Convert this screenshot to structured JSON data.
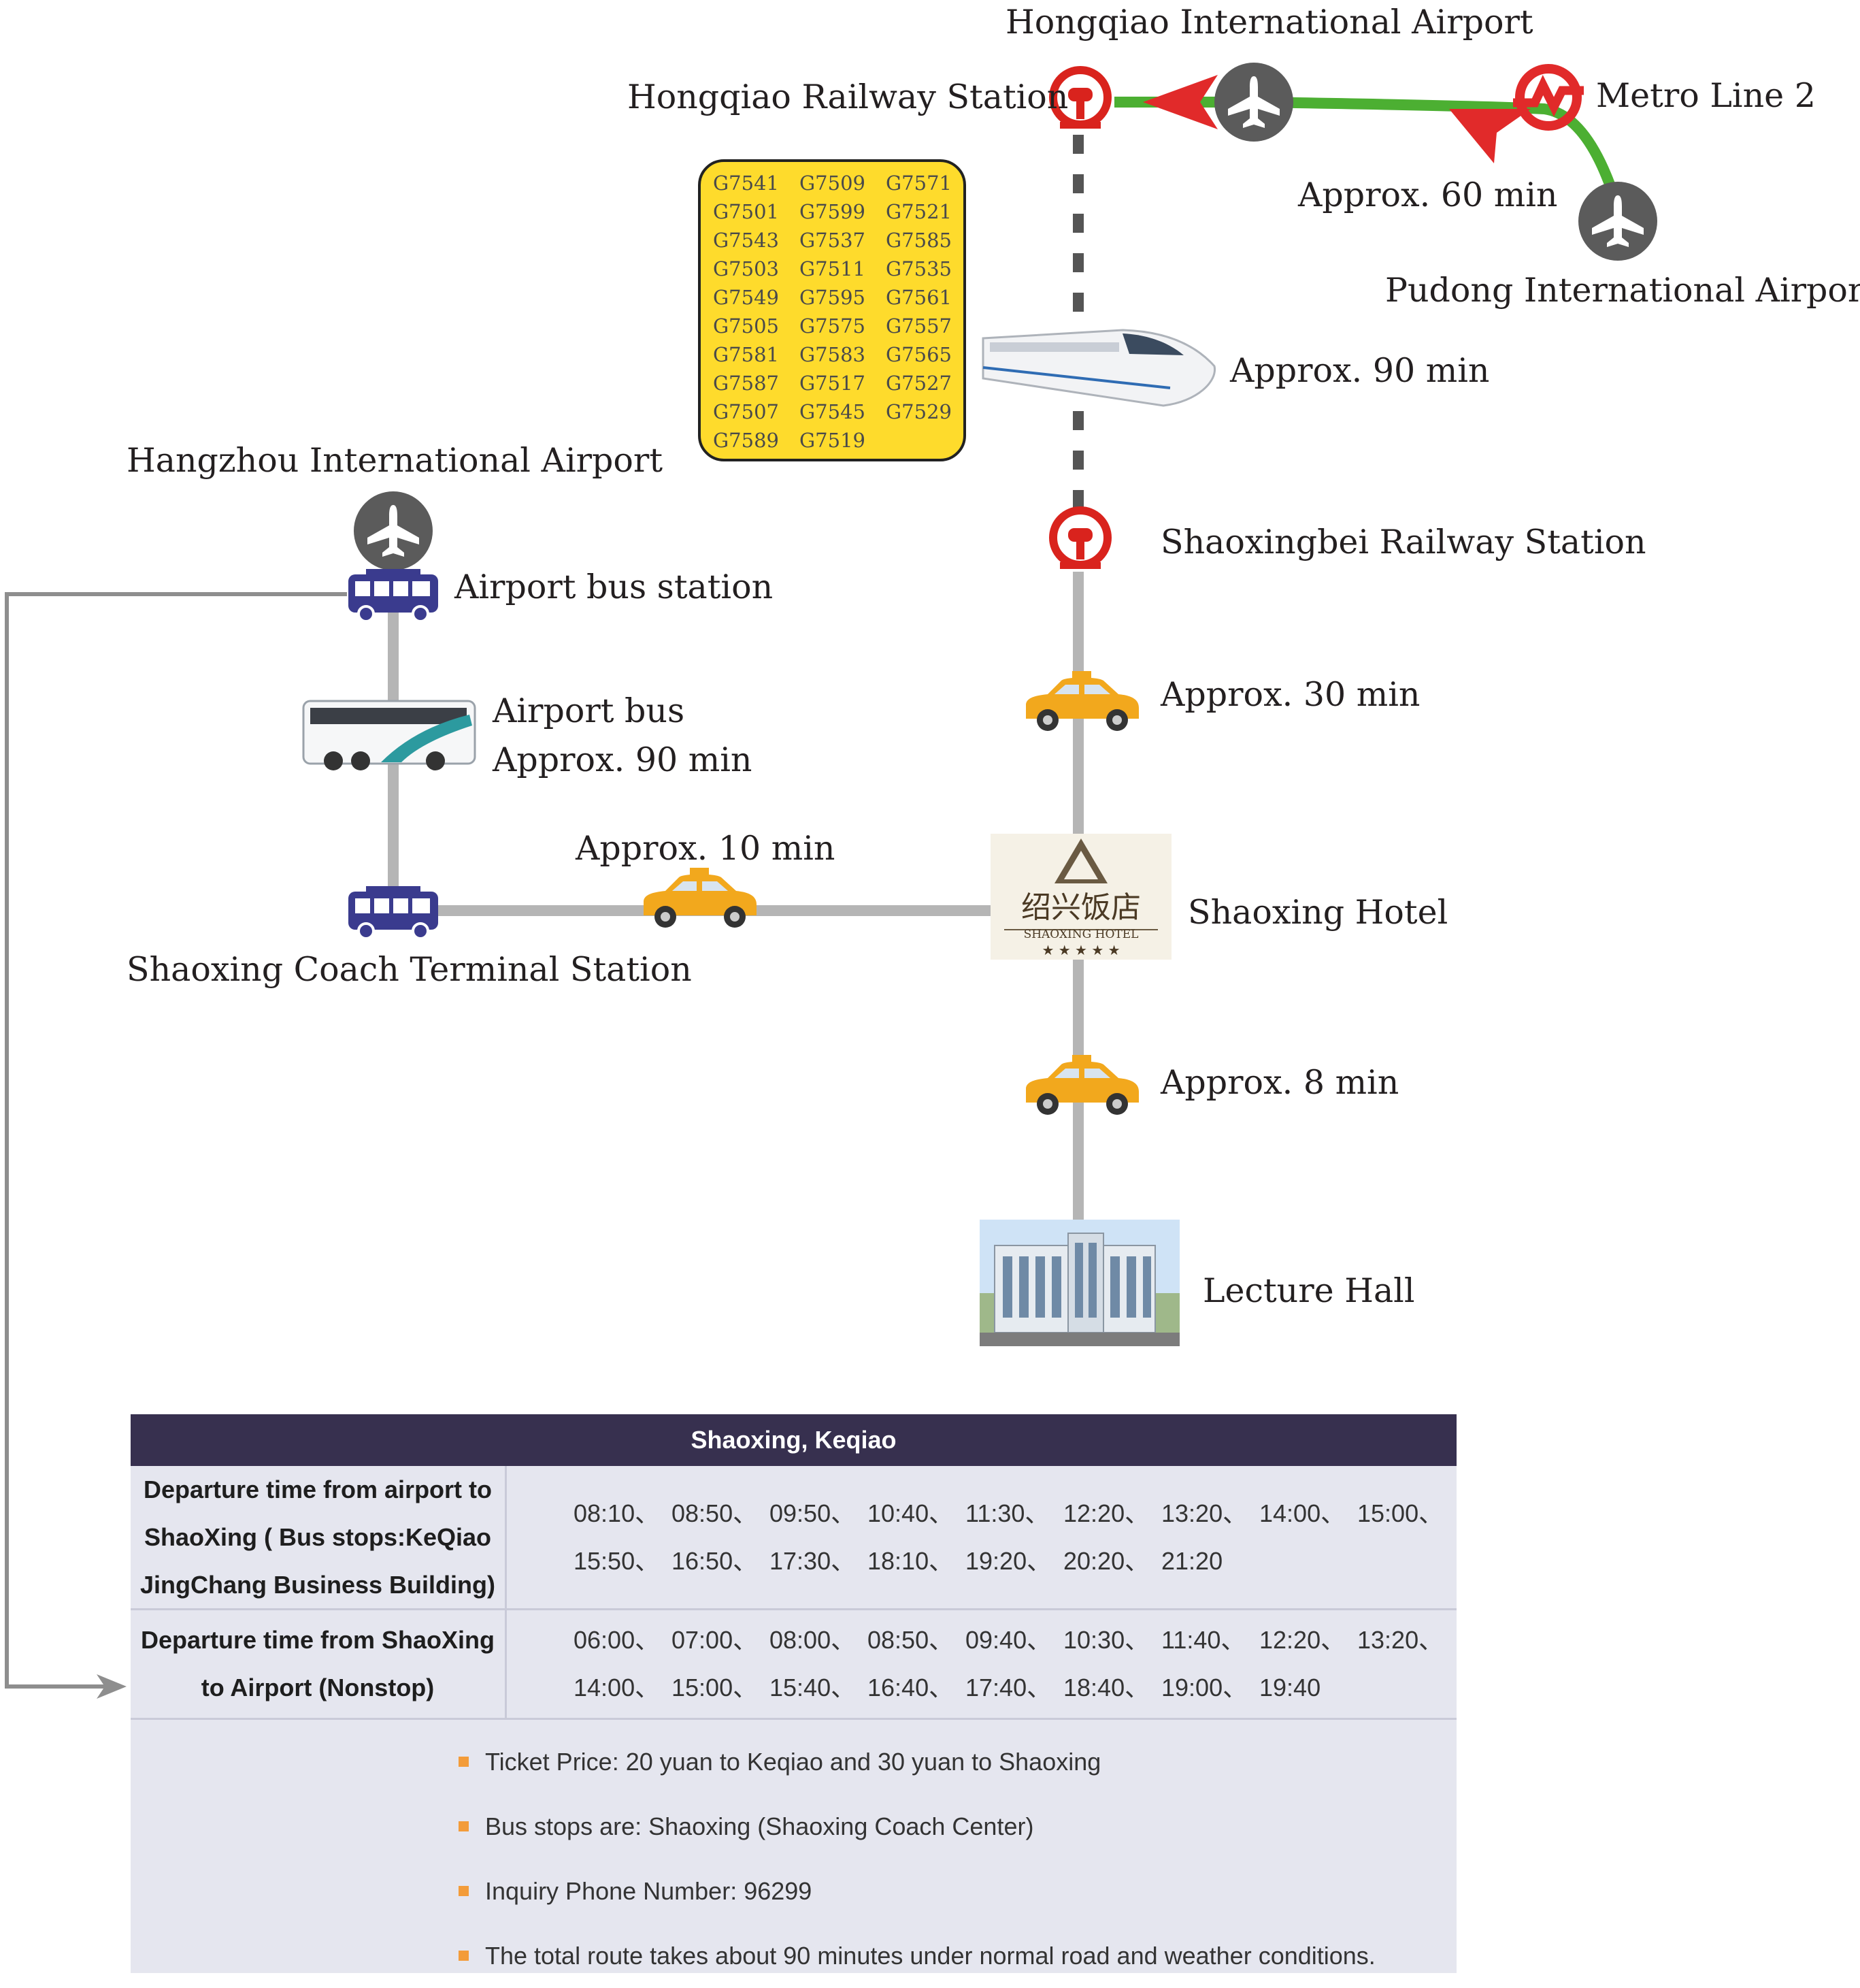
{
  "labels": {
    "hongqiao_airport": "Hongqiao International Airport",
    "hongqiao_railway": "Hongqiao Railway Station",
    "metro_line": "Metro Line 2",
    "metro_time": "Approx. 60 min",
    "pudong_airport": "Pudong International Airport",
    "train_time": "Approx. 90 min",
    "shaoxingbei": "Shaoxingbei Railway Station",
    "taxi_time_1": "Approx. 30 min",
    "shaoxing_hotel": "Shaoxing Hotel",
    "taxi_time_2": "Approx. 8 min",
    "lecture_hall": "Lecture Hall",
    "hangzhou_airport": "Hangzhou International Airport",
    "airport_bus_station": "Airport bus station",
    "airport_bus": "Airport bus",
    "airport_bus_time": "Approx. 90 min",
    "taxi_time_3": "Approx. 10 min",
    "coach_terminal": "Shaoxing Coach Terminal Station"
  },
  "hotel_logo": {
    "chinese": "绍兴饭店",
    "english": "SHAOXING HOTEL",
    "stars": "★ ★ ★ ★ ★"
  },
  "train_numbers": [
    [
      "G7541",
      "G7509",
      "G7571"
    ],
    [
      "G7501",
      "G7599",
      "G7521"
    ],
    [
      "G7543",
      "G7537",
      "G7585"
    ],
    [
      "G7503",
      "G7511",
      "G7535"
    ],
    [
      "G7549",
      "G7595",
      "G7561"
    ],
    [
      "G7505",
      "G7575",
      "G7557"
    ],
    [
      "G7581",
      "G7583",
      "G7565"
    ],
    [
      "G7587",
      "G7517",
      "G7527"
    ],
    [
      "G7507",
      "G7545",
      "G7529"
    ],
    [
      "G7589",
      "G7519",
      ""
    ]
  ],
  "bus_table": {
    "title": "Shaoxing, Keqiao",
    "rows": [
      {
        "label": "Departure time from airport to ShaoXing ( Bus stops:KeQiao JingChang Business Building)",
        "times": [
          "08:10、",
          "08:50、",
          "09:50、",
          "10:40、",
          "11:30、",
          "12:20、",
          "13:20、",
          "14:00、",
          "15:00、",
          "15:50、",
          "16:50、",
          "17:30、",
          "18:10、",
          "19:20、",
          "20:20、",
          "21:20"
        ]
      },
      {
        "label": "Departure time from ShaoXing to Airport (Nonstop)",
        "times": [
          "06:00、",
          "07:00、",
          "08:00、",
          "08:50、",
          "09:40、",
          "10:30、",
          "11:40、",
          "12:20、",
          "13:20、",
          "14:00、",
          "15:00、",
          "15:40、",
          "16:40、",
          "17:40、",
          "18:40、",
          "19:00、",
          "19:40"
        ]
      }
    ],
    "notes": [
      "Ticket Price: 20 yuan to Keqiao and 30 yuan to Shaoxing",
      "Bus stops are: Shaoxing (Shaoxing Coach Center)",
      "Inquiry Phone Number: 96299",
      "The total route takes about 90 minutes under normal road and weather conditions."
    ]
  },
  "colors": {
    "route_gray": "#b5b5b5",
    "dashed_line": "#555555",
    "metro_green": "#4caf32",
    "arrow_red": "#e12a2a",
    "railway_red": "#d9231d",
    "bus_blue": "#3a3b8e",
    "taxi_orange": "#f2a81d",
    "train_box": "#fedb2c",
    "table_header": "#37304f",
    "table_bg": "#e5e6ef",
    "bullet_orange": "#f39c3a"
  },
  "icons": [
    "airplane-icon",
    "railway-station-icon",
    "metro-logo-icon",
    "bus-icon",
    "taxi-icon",
    "train-icon",
    "coach-bus-icon",
    "hotel-logo",
    "building-icon"
  ]
}
